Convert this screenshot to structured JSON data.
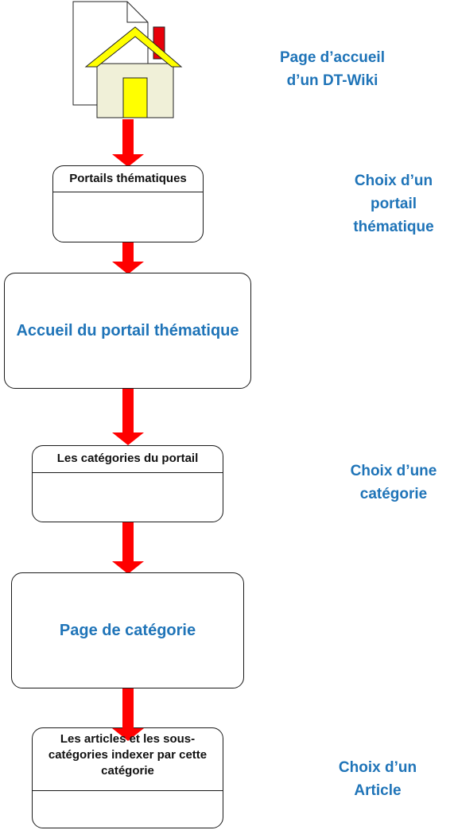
{
  "nodes": {
    "portails": {
      "header": "Portails thématiques"
    },
    "accueil_portail": {
      "title": "Accueil du portail thématique"
    },
    "categories_portail": {
      "header": "Les catégories du portail"
    },
    "page_categorie": {
      "title": "Page de catégorie"
    },
    "articles": {
      "header": "Les articles et les sous-catégories indexer par cette catégorie"
    }
  },
  "side_labels": {
    "accueil": [
      "Page d’accueil",
      "d’un DT-Wiki"
    ],
    "choix_portail": [
      "Choix d’un",
      "portail",
      "thématique"
    ],
    "choix_categorie": [
      "Choix d’une",
      "catégorie"
    ],
    "choix_article": [
      "Choix d’un",
      "Article"
    ]
  },
  "colors": {
    "arrow": "#ff0000",
    "label": "#1f74b8",
    "house_roof": "#ffff00",
    "house_wall": "#f0f0d8",
    "chimney": "#e8000a"
  },
  "icons": [
    "home-page-icon",
    "down-arrow-icon"
  ]
}
